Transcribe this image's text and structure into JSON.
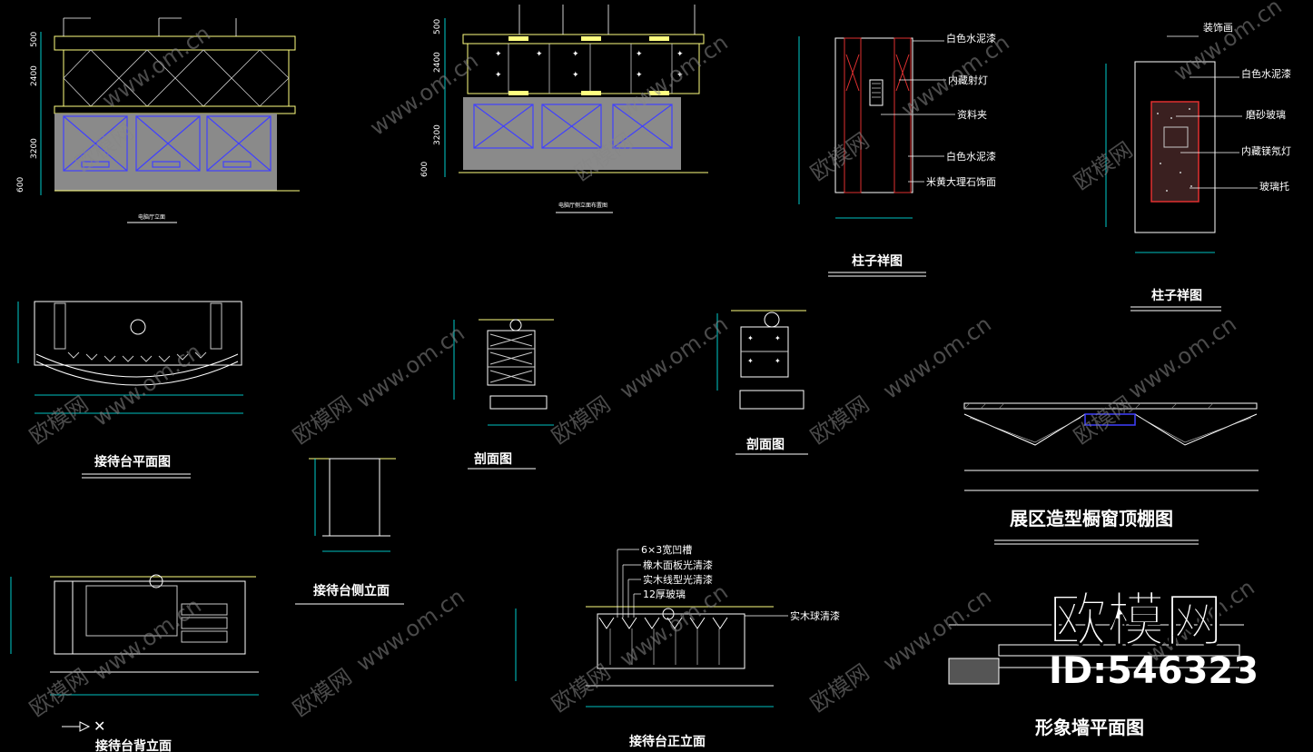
{
  "titles": {
    "column_detail_1": "柱子祥图",
    "column_detail_2": "柱子祥图",
    "reception_plan": "接待台平面图",
    "section_1": "剖面图",
    "section_2": "剖面图",
    "ceiling": "展区造型橱窗顶棚图",
    "reception_side": "接待台侧立面",
    "reception_front": "接待台正立面",
    "image_wall_plan": "形象墙平面图",
    "reception_back": "接待台背立面",
    "small_left_1": "电脑厅立面",
    "small_left_2": "电脑厅侧立面布置图"
  },
  "dims": {
    "d500": "500",
    "d2400": "2400",
    "d3200": "3200",
    "d600": "600"
  },
  "column1_labels": [
    "白色水泥漆",
    "内藏射灯",
    "资料夹",
    "白色水泥漆",
    "米黄大理石饰面"
  ],
  "column2_labels": [
    "装饰画",
    "白色水泥漆",
    "磨砂玻璃",
    "内藏镁氖灯",
    "玻璃托"
  ],
  "front_labels": [
    "6×3宽凹槽",
    "橡木面板光清漆",
    "实木线型光清漆",
    "12厚玻璃"
  ],
  "front_right_label": "实木球清漆",
  "watermark": {
    "site": "www.om.cn",
    "brand": "欧模网",
    "id": "ID:546323"
  }
}
